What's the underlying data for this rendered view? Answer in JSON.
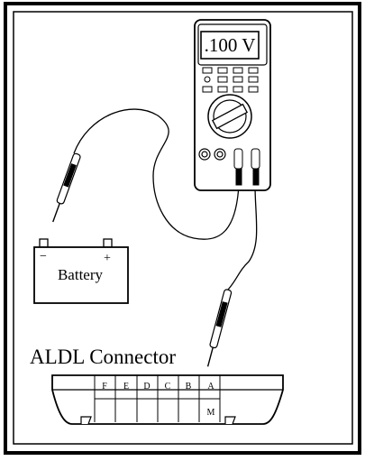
{
  "meter": {
    "display": ".100 V"
  },
  "battery": {
    "label": "Battery",
    "negative_symbol": "−",
    "positive_symbol": "+"
  },
  "connector": {
    "title": "ALDL Connector",
    "top_pins": [
      "F",
      "E",
      "D",
      "C",
      "B",
      "A"
    ],
    "bottom_pin": "M"
  }
}
